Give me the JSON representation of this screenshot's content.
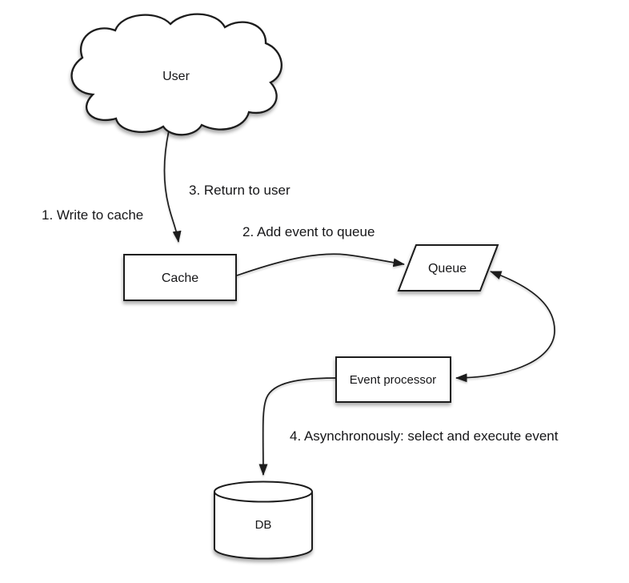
{
  "diagram": {
    "background": "#ffffff",
    "stroke_color": "#1b1b1b",
    "shape_fill": "#ffffff",
    "text_color": "#161618",
    "nodes": {
      "user": {
        "label": "User",
        "shape": "cloud"
      },
      "cache": {
        "label": "Cache",
        "shape": "rectangle"
      },
      "queue": {
        "label": "Queue",
        "shape": "parallelogram"
      },
      "event_processor": {
        "label": "Event processor",
        "shape": "rectangle"
      },
      "db": {
        "label": "DB",
        "shape": "cylinder"
      }
    },
    "labels": {
      "step1": "1. Write to cache",
      "step2": "2. Add event to queue",
      "step3": "3. Return to user",
      "step4": "4. Asynchronously: select and execute event"
    },
    "edges": [
      {
        "from": "user",
        "to": "cache",
        "arrowheads": "end",
        "steps": [
          "1. Write to cache",
          "3. Return to user"
        ]
      },
      {
        "from": "cache",
        "to": "queue",
        "arrowheads": "end",
        "steps": [
          "2. Add event to queue"
        ]
      },
      {
        "from": "queue",
        "to": "event_processor",
        "arrowheads": "both",
        "steps": []
      },
      {
        "from": "event_processor",
        "to": "db",
        "arrowheads": "end",
        "steps": [
          "4. Asynchronously: select and execute event"
        ]
      }
    ]
  }
}
